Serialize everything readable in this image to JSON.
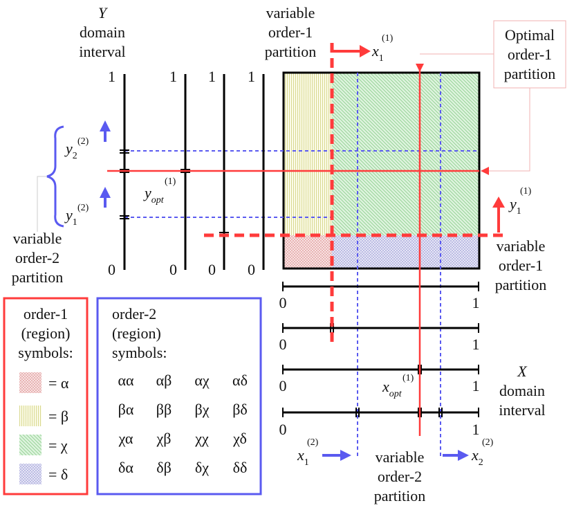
{
  "colors": {
    "order1_red": "#ff3b3b",
    "order2_blue": "#5a5af0",
    "axis_black": "#000000",
    "region_alpha": "#e8a0a0",
    "region_beta": "#d8d890",
    "region_chi": "#9ed89e",
    "region_delta": "#a8a8dc",
    "callout_border": "#f0b0b0"
  },
  "y_axis": {
    "title_var": "Y",
    "title_line2": "domain",
    "title_line3": "interval",
    "tick_top": "1",
    "tick_bottom": "0"
  },
  "x_axis": {
    "title_var": "X",
    "title_line2": "domain",
    "title_line3": "interval",
    "tick_left": "0",
    "tick_right": "1"
  },
  "labels": {
    "v1_top": [
      "variable",
      "order-1",
      "partition"
    ],
    "v1_right": [
      "variable",
      "order-1",
      "partition"
    ],
    "v2_bottom": [
      "variable",
      "order-2",
      "partition"
    ],
    "v2_left": [
      "variable",
      "order-2",
      "partition"
    ],
    "optimal": [
      "Optimal",
      "order-1",
      "partition"
    ],
    "x1_1": {
      "base": "x",
      "sub": "1",
      "sup": "(1)"
    },
    "y1_1": {
      "base": "y",
      "sub": "1",
      "sup": "(1)"
    },
    "y_opt": {
      "base": "y",
      "sub": "opt",
      "sup": "(1)"
    },
    "x_opt": {
      "base": "x",
      "sub": "opt",
      "sup": "(1)"
    },
    "y1_2": {
      "base": "y",
      "sub": "1",
      "sup": "(2)"
    },
    "y2_2": {
      "base": "y",
      "sub": "2",
      "sup": "(2)"
    },
    "x1_2": {
      "base": "x",
      "sub": "1",
      "sup": "(2)"
    },
    "x2_2": {
      "base": "x",
      "sub": "2",
      "sup": "(2)"
    }
  },
  "legend1": {
    "title": [
      "order-1",
      "(region)",
      "symbols:"
    ],
    "items": [
      {
        "swatch": "alpha",
        "text": "= α"
      },
      {
        "swatch": "beta",
        "text": "= β"
      },
      {
        "swatch": "chi",
        "text": "= χ"
      },
      {
        "swatch": "delta",
        "text": "= δ"
      }
    ]
  },
  "legend2": {
    "title": [
      "order-2",
      "(region)",
      "symbols:"
    ],
    "rows": [
      [
        "αα",
        "αβ",
        "αχ",
        "αδ"
      ],
      [
        "βα",
        "ββ",
        "βχ",
        "βδ"
      ],
      [
        "χα",
        "χβ",
        "χχ",
        "χδ"
      ],
      [
        "δα",
        "δβ",
        "δχ",
        "δδ"
      ]
    ]
  }
}
